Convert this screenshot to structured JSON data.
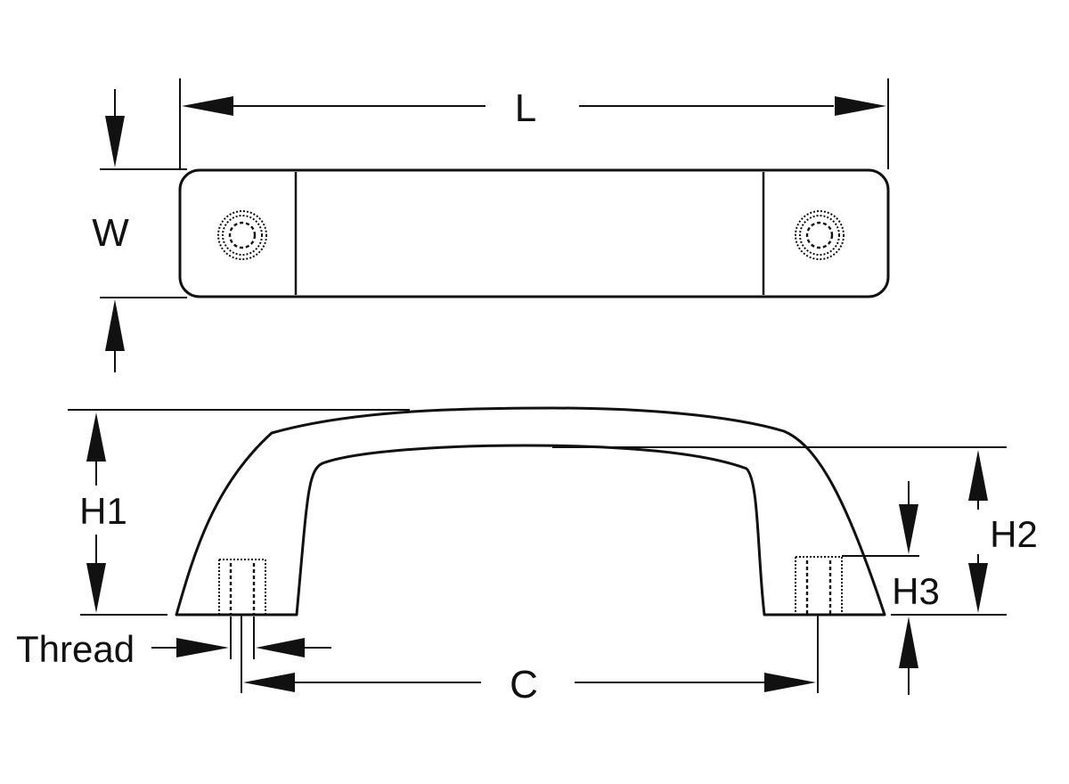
{
  "labels": {
    "length": "L",
    "width": "W",
    "height1": "H1",
    "height2": "H2",
    "height3": "H3",
    "centers": "C",
    "thread": "Thread"
  }
}
